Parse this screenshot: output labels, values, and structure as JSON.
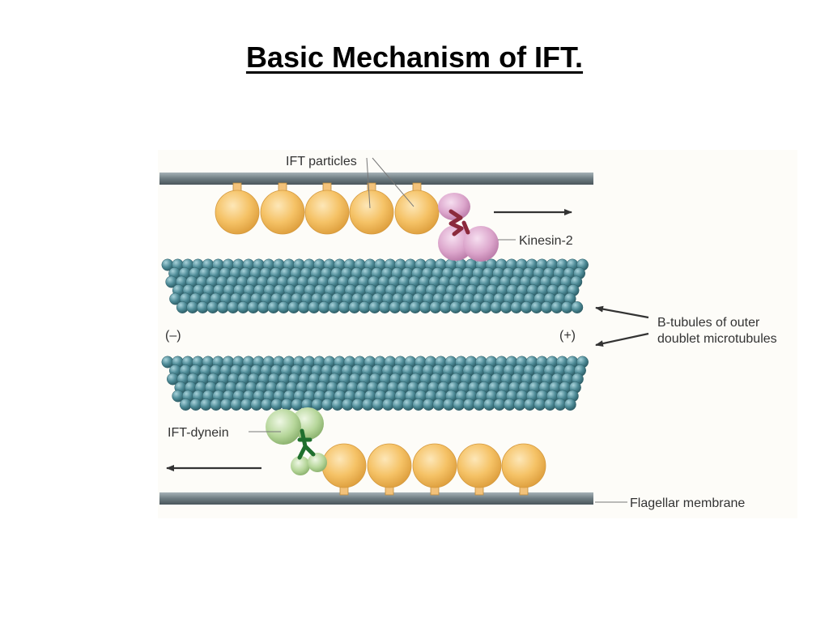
{
  "slide": {
    "title": "Basic Mechanism of IFT."
  },
  "diagram": {
    "labels": {
      "ift_particles": "IFT particles",
      "kinesin": "Kinesin-2",
      "b_tubules_line1": "B-tubules of outer",
      "b_tubules_line2": "doublet microtubules",
      "minus_end": "(–)",
      "plus_end": "(+)",
      "dynein": "IFT-dynein",
      "membrane": "Flagellar membrane"
    },
    "colors": {
      "background": "#fdfcf8",
      "membrane": "#6e7c82",
      "ift_particle": "#f5c266",
      "kinesin": "#dca6cc",
      "kinesin_linker": "#8b2a3c",
      "tubulin": "#4d8a96",
      "dynein": "#b6d69a",
      "dynein_linker": "#1f6f2e",
      "arrow": "#333333"
    }
  }
}
